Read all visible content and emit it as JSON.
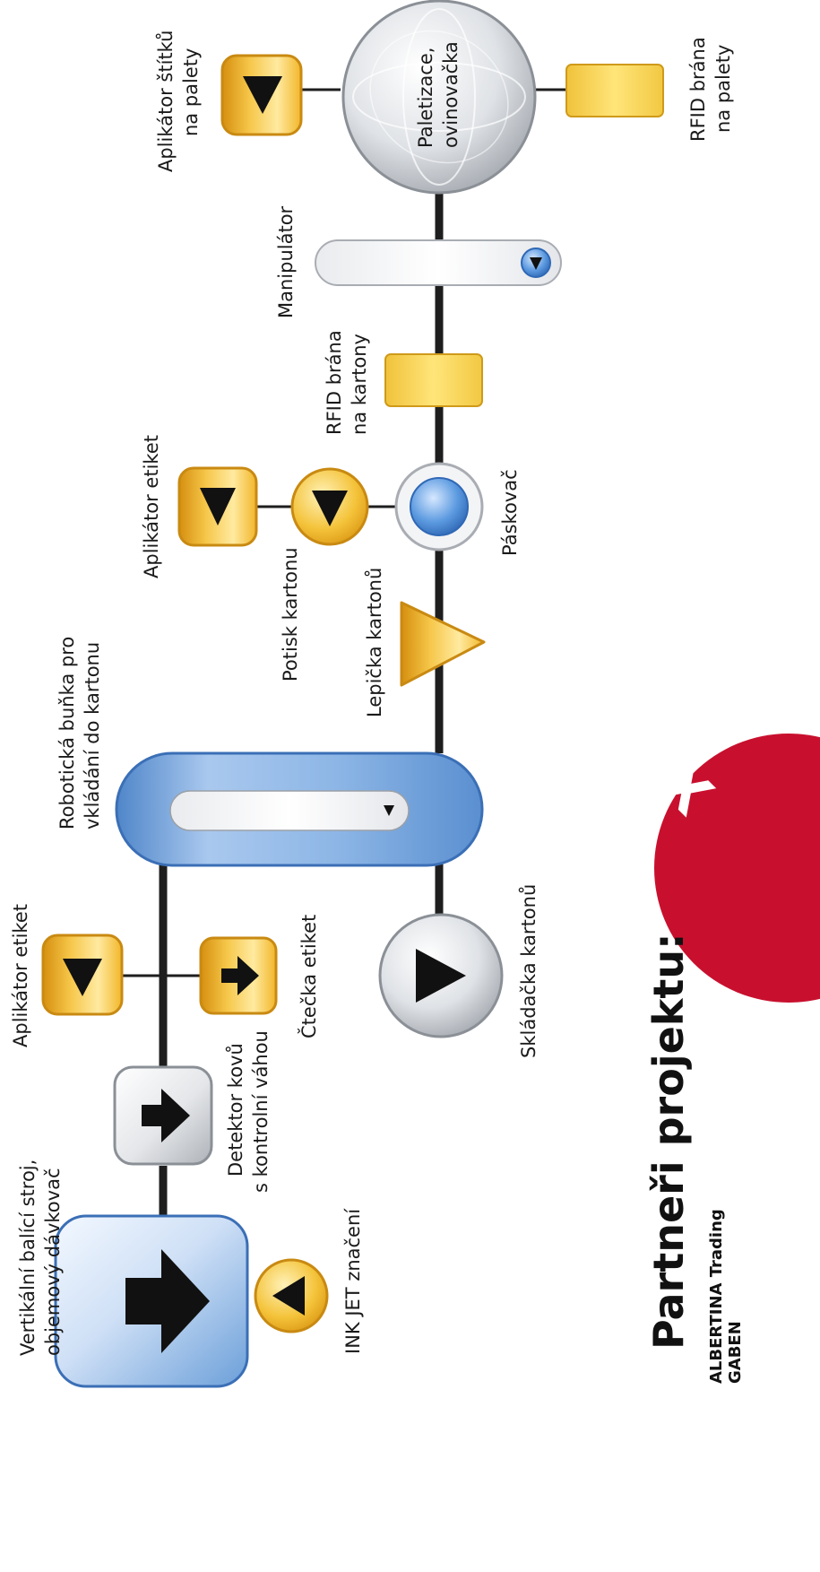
{
  "diagram": {
    "labels": {
      "vertical_packer_1": "Vertikální balící stroj,",
      "vertical_packer_2": "objemový dávkovač",
      "inkjet": "INK JET značení",
      "metal_detector_1": "Detektor kovů",
      "metal_detector_2": "s kontrolní váhou",
      "label_applicator_1": "Aplikátor etiket",
      "label_reader": "Čtečka etiket",
      "robotic_cell_1": "Robotická buňka pro",
      "robotic_cell_2": "vkládání do kartonu",
      "carton_folder": "Skládačka kartonů",
      "carton_gluer": "Lepička kartonů",
      "carton_print": "Potisk kartonu",
      "label_applicator_2": "Aplikátor etiket",
      "taper": "Páskovač",
      "rfid_cartons_1": "RFID brána",
      "rfid_cartons_2": "na kartony",
      "manipulator": "Manipulátor",
      "palletizing_1": "Paletizace,",
      "palletizing_2": "ovinovačka",
      "pallet_label_applicator_1": "Aplikátor štítků",
      "pallet_label_applicator_2": "na palety",
      "rfid_pallets_1": "RFID brána",
      "rfid_pallets_2": "na palety"
    }
  },
  "partners": {
    "title": "Partneři projektu:",
    "items": [
      {
        "bold": "ALBERTINA",
        "rest": " Trading"
      },
      {
        "bold": "GABEN",
        "rest": ""
      }
    ]
  },
  "badge": {
    "text": "XX%"
  },
  "colors": {
    "blue": "#6b9fd9",
    "gold": "#f0b323",
    "gray": "#c9ccd1",
    "line": "#1e1e1e",
    "badge_red": "#c8102e"
  }
}
